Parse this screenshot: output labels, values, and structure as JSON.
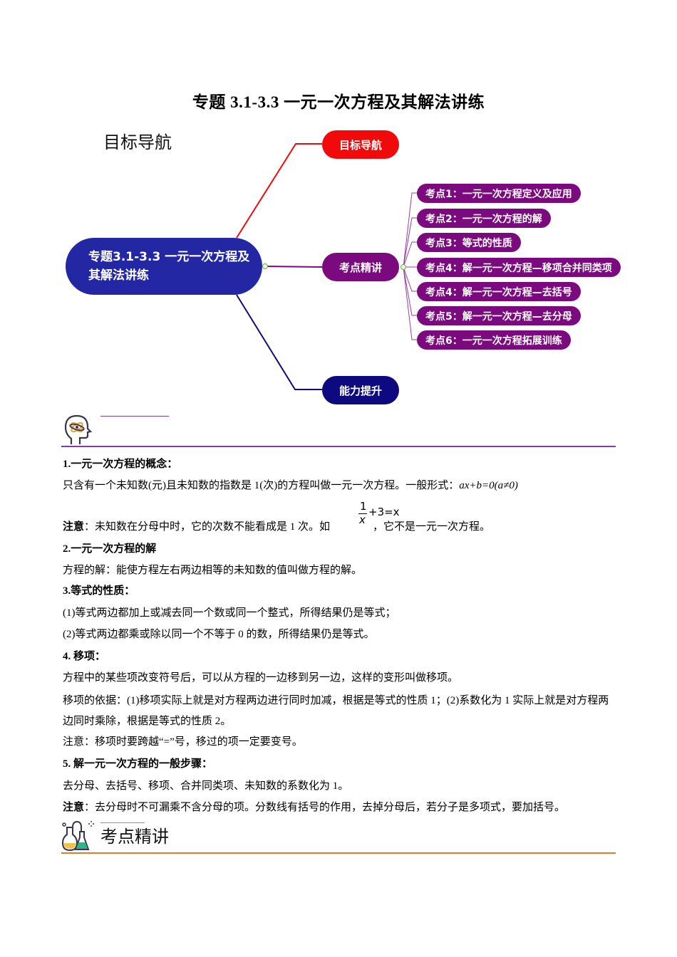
{
  "document": {
    "title": "专题 3.1-3.3  一元一次方程及其解法讲练"
  },
  "mindmap": {
    "label": "目标导航",
    "root": "专题3.1-3.3 一元一次方程及其解法讲练",
    "branches": [
      {
        "label": "目标导航",
        "color": "#f20a0a"
      },
      {
        "label": "考点精讲",
        "color": "#7b0a7e"
      },
      {
        "label": "能力提升",
        "color": "#0d0a80"
      }
    ],
    "leaves": [
      "考点1：一元一次方程定义及应用",
      "考点2：一元一次方程的解",
      "考点3：等式的性质",
      "考点4：解一元一次方程—移项合并同类项",
      "考点4：解一元一次方程—去括号",
      "考点5：解一元一次方程—去分母",
      "考点6：一元一次方程拓展训练"
    ]
  },
  "section1": {
    "icon": "brain-atom-icon",
    "accent": "#7b3fa0"
  },
  "content": {
    "h1": "1.一元一次方程的概念：",
    "p1_pre": "只含有一个未知数(元)且未知数的指数是 1(次)的方程叫做一元一次方程。一般形式：",
    "p1_formula": "ax+b=0(a≠0)",
    "note1_label": "注意",
    "note1_text": "：未知数在分母中时，它的次数不能看成是 1 次。如",
    "note1_frac_num": "1",
    "note1_frac_den": "x",
    "note1_frac_rest": "+3=x",
    "note1_tail": "，它不是一元一次方程。",
    "h2": "2.一元一次方程的解",
    "p2": "方程的解：能使方程左右两边相等的未知数的值叫做方程的解。",
    "h3": "3.等式的性质：",
    "p3a": "(1)等式两边都加上或减去同一个数或同一个整式，所得结果仍是等式；",
    "p3b": "(2)等式两边都乘或除以同一个不等于 0 的数，所得结果仍是等式。",
    "h4": "4. 移项：",
    "p4a": "方程中的某些项改变符号后，可以从方程的一边移到另一边，这样的变形叫做移项。",
    "p4b": "移项的依据：(1)移项实际上就是对方程两边进行同时加减，根据是等式的性质 1；(2)系数化为 1 实际上就是对方程两边同时乘除，根据是等式的性质 2。",
    "p4c": "注意：移项时要跨越“=”号，移过的项一定要变号。",
    "h5": "5. 解一元一次方程的一般步骤：",
    "p5": "去分母、去括号、移项、合并同类项、未知数的系数化为 1。",
    "note5_label": "注意",
    "note5_text": "：去分母时不可漏乘不含分母的项。分数线有括号的作用，去掉分母后，若分子是多项式，要加括号。"
  },
  "section2": {
    "title": "考点精讲",
    "icon": "lab-flask-icon",
    "accent": "#e07b2a"
  }
}
